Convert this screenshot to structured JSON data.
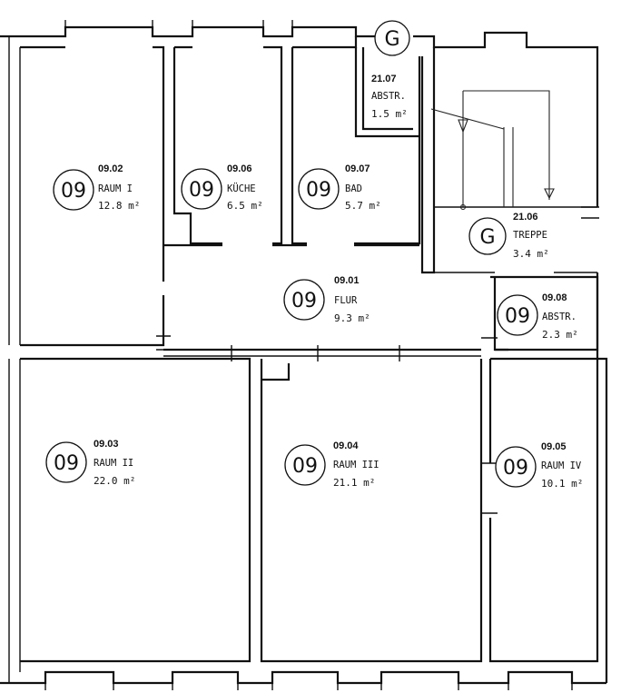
{
  "rooms": [
    {
      "id": "r0902",
      "zone": "09",
      "number": "09.02",
      "name": "RAUM I",
      "area": "12.8 m²"
    },
    {
      "id": "r0906",
      "zone": "09",
      "number": "09.06",
      "name": "KÜCHE",
      "area": "6.5 m²"
    },
    {
      "id": "r0907",
      "zone": "09",
      "number": "09.07",
      "name": "BAD",
      "area": "5.7 m²"
    },
    {
      "id": "r2107",
      "zone": "G",
      "number": "21.07",
      "name": "ABSTR.",
      "area": "1.5 m²"
    },
    {
      "id": "r2106",
      "zone": "G",
      "number": "21.06",
      "name": "TREPPE",
      "area": "3.4 m²"
    },
    {
      "id": "r0901",
      "zone": "09",
      "number": "09.01",
      "name": "FLUR",
      "area": "9.3 m²"
    },
    {
      "id": "r0908",
      "zone": "09",
      "number": "09.08",
      "name": "ABSTR.",
      "area": "2.3 m²"
    },
    {
      "id": "r0903",
      "zone": "09",
      "number": "09.03",
      "name": "RAUM II",
      "area": "22.0 m²"
    },
    {
      "id": "r0904",
      "zone": "09",
      "number": "09.04",
      "name": "RAUM III",
      "area": "21.1 m²"
    },
    {
      "id": "r0905",
      "zone": "09",
      "number": "09.05",
      "name": "RAUM IV",
      "area": "10.1 m²"
    }
  ]
}
